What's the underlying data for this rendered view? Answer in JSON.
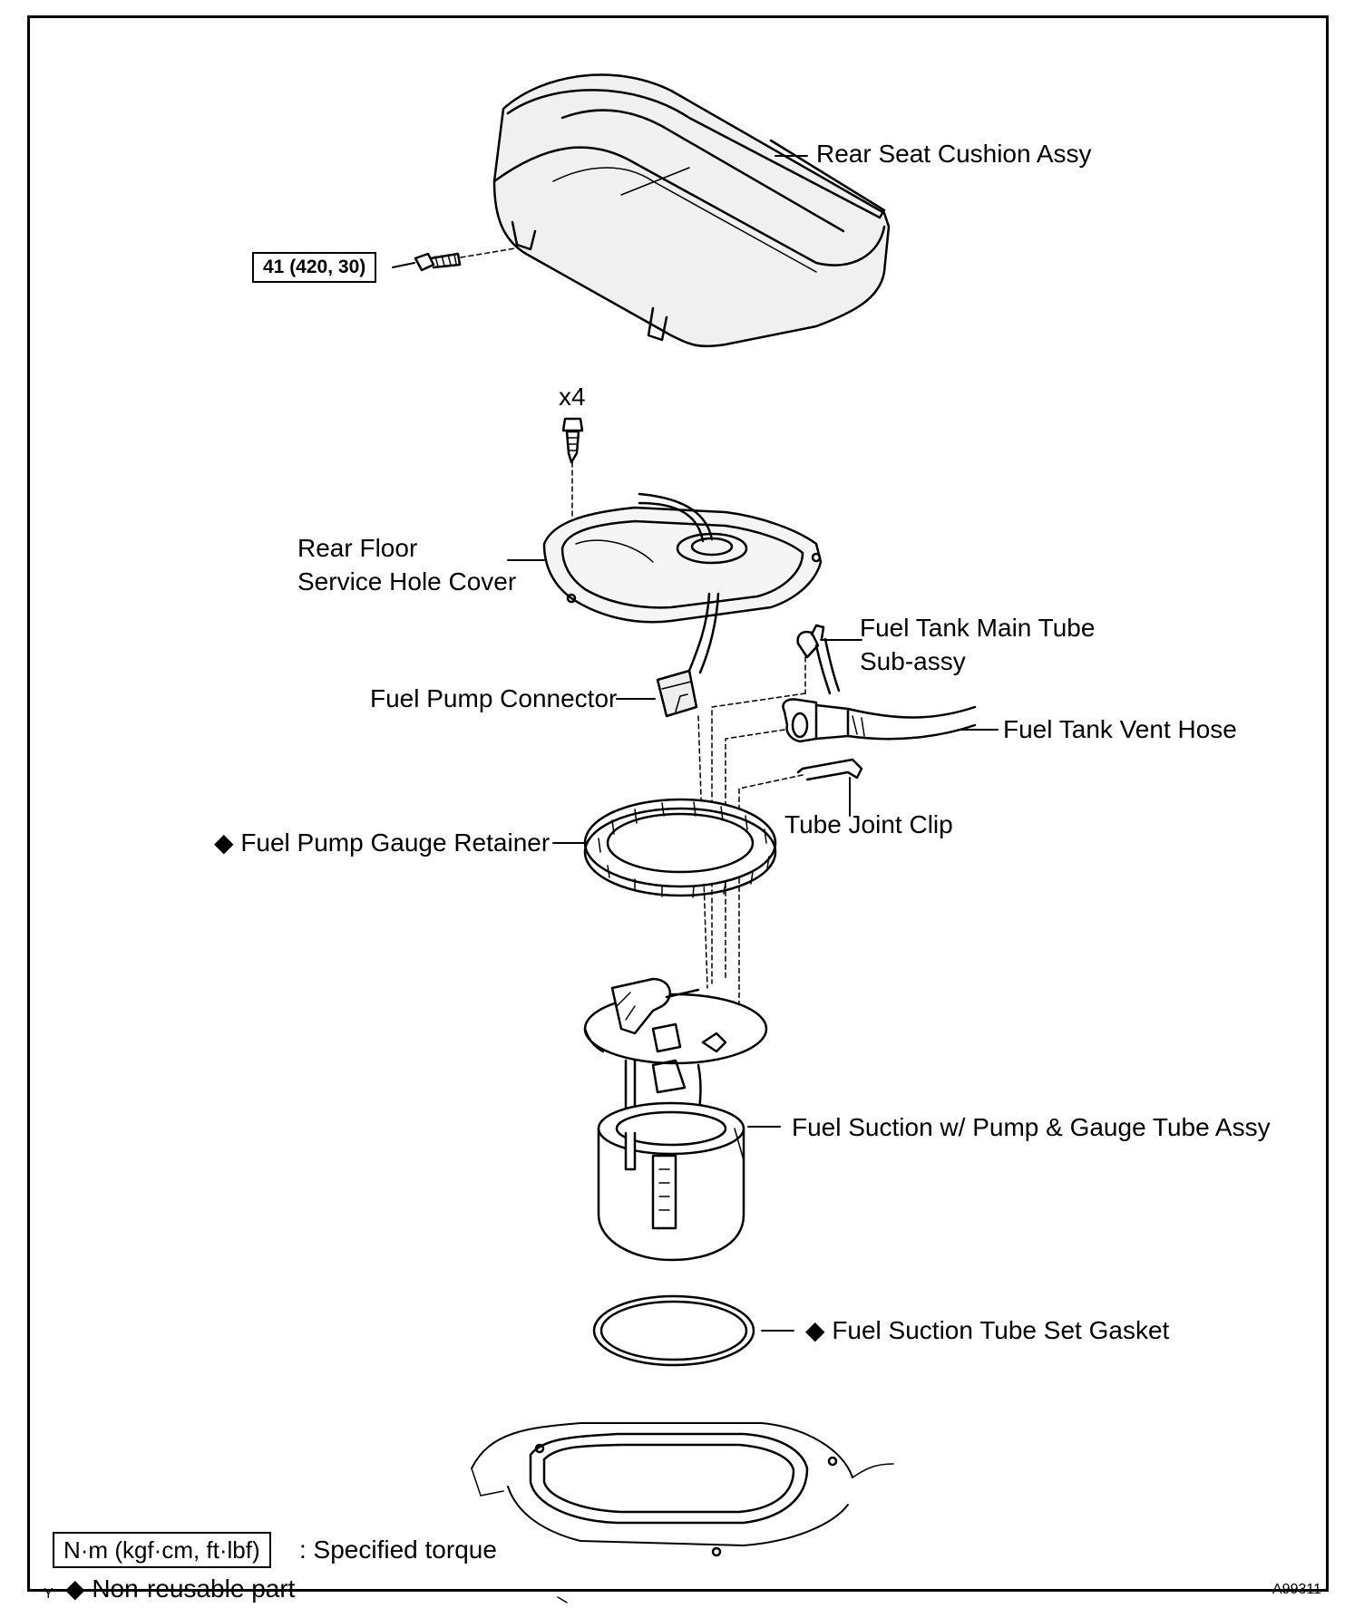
{
  "labels": {
    "rear_seat_cushion": "Rear Seat Cushion Assy",
    "torque_seat_bolt": "41 (420, 30)",
    "bolt_count": "x4",
    "service_cover_line1": "Rear Floor",
    "service_cover_line2": "Service Hole Cover",
    "fuel_pump_connector": "Fuel Pump Connector",
    "main_tube_line1": "Fuel Tank Main Tube",
    "main_tube_line2": "Sub-assy",
    "vent_hose": "Fuel Tank Vent Hose",
    "tube_joint_clip": "Tube Joint Clip",
    "gauge_retainer": "◆ Fuel Pump Gauge Retainer",
    "suction_assy": "Fuel Suction w/ Pump & Gauge Tube Assy",
    "set_gasket": "◆ Fuel Suction Tube Set Gasket"
  },
  "legend": {
    "torque_unit": "N·m (kgf·cm, ft·lbf)",
    "torque_desc": ": Specified torque",
    "non_reusable": "◆ Non-reusable part"
  },
  "footer": {
    "corner_mark": "Y",
    "figure_code": "A99311"
  }
}
